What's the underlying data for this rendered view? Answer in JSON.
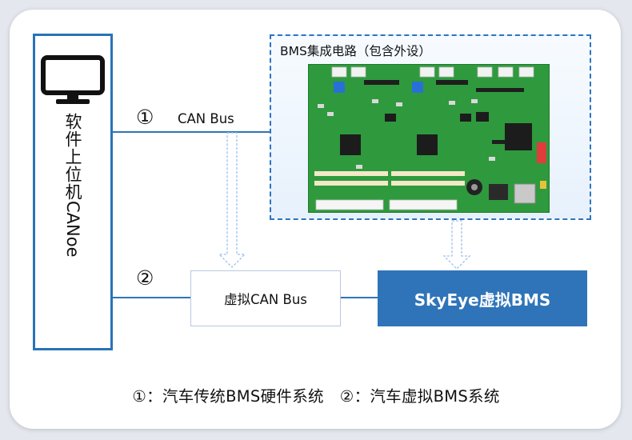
{
  "left_panel": {
    "icon": "monitor-icon",
    "label_cjk": "软件上位机",
    "label_latin": "CANoe"
  },
  "bms_frame": {
    "title": "BMS集成电路（包含外设）"
  },
  "links": {
    "marker_1": "①",
    "can_bus_label": "CAN Bus",
    "marker_2": "②"
  },
  "virtual_can": {
    "label": "虚拟CAN Bus"
  },
  "skyeye": {
    "label": "SkyEye虚拟BMS"
  },
  "legend": {
    "item_1": "①：汽车传统BMS硬件系统",
    "item_2": "②：汽车虚拟BMS系统"
  },
  "colors": {
    "accent_blue": "#2f74b8",
    "board_green": "#2f9a3c",
    "arrow_outline": "#9cc2ec"
  }
}
